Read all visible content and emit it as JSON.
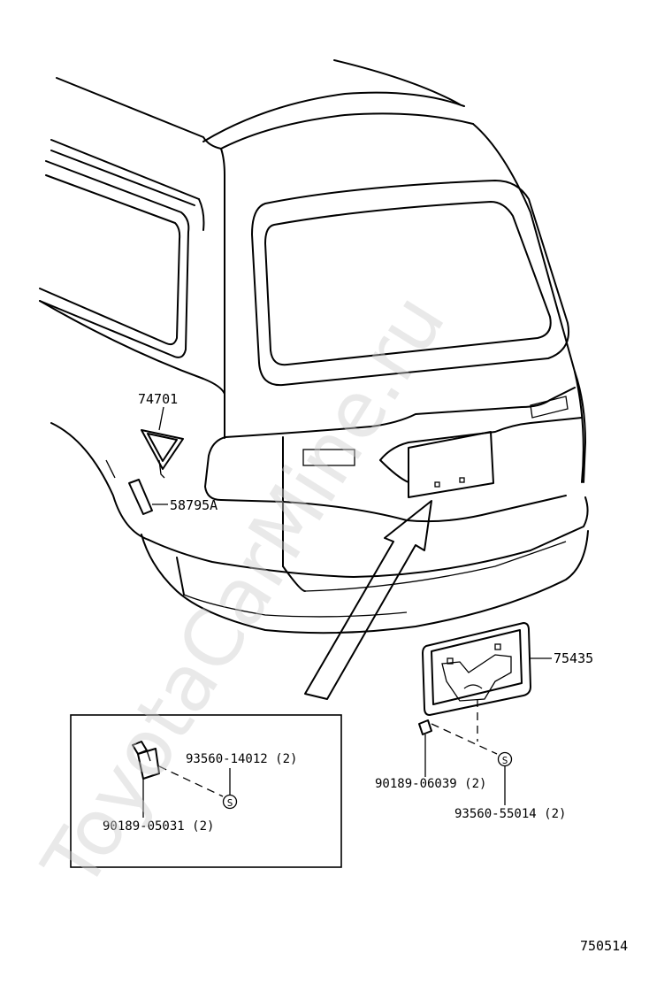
{
  "watermark": "ToyotaCarMine.ru",
  "diagram_code": "750514",
  "parts": [
    {
      "number": "74701"
    },
    {
      "number": "58795A"
    },
    {
      "number": "75435"
    },
    {
      "number": "93560-14012 (2)"
    },
    {
      "number": "90189-05031 (2)"
    },
    {
      "number": "90189-06039 (2)"
    },
    {
      "number": "93560-55014 (2)"
    }
  ],
  "screw_marker": "S"
}
